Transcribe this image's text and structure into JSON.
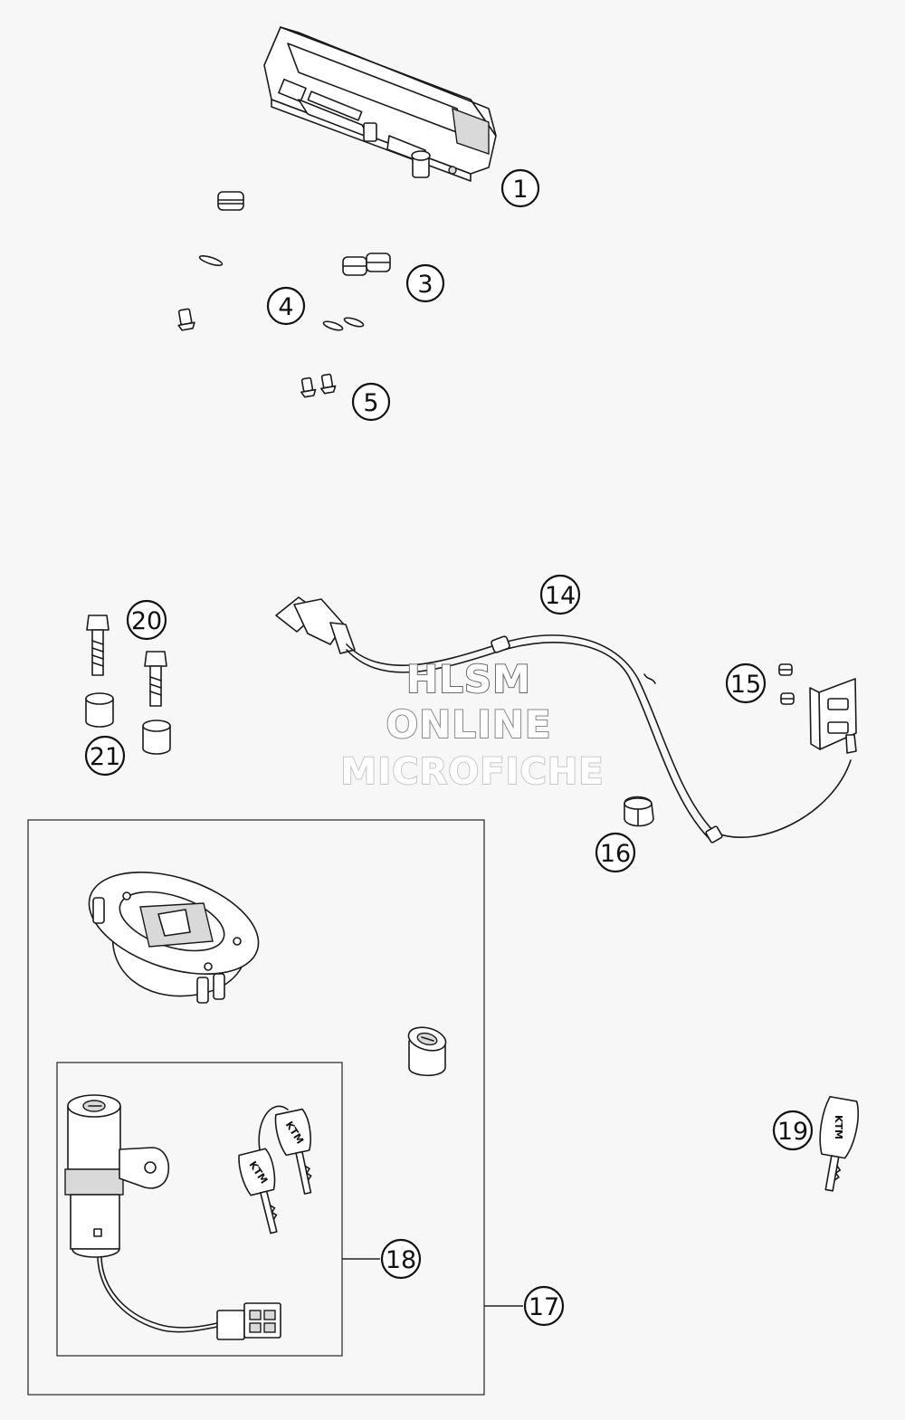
{
  "callouts": {
    "c1": "1",
    "c3": "3",
    "c4": "4",
    "c5": "5",
    "c14": "14",
    "c15": "15",
    "c16": "16",
    "c17": "17",
    "c18": "18",
    "c19": "19",
    "c20": "20",
    "c21": "21"
  },
  "watermark": {
    "line1": "HLSM",
    "line2": "ONLINE",
    "line3": "MICROFICHE"
  },
  "key_logo": "KTM"
}
